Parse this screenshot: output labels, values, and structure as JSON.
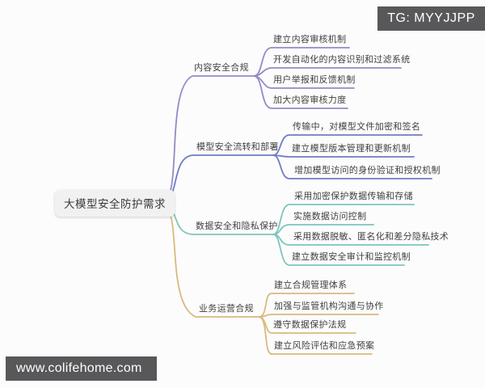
{
  "watermarks": {
    "top_right": "TG: MYYJJPP",
    "bottom_left": "www.colifehome.com"
  },
  "colors": {
    "background": "#fcfcfc",
    "badge_bg": "#58585a",
    "badge_text": "#ffffff",
    "root_node_bg": "#f1f1f2",
    "text": "#3f3f3f"
  },
  "root": {
    "label": "大模型安全防护需求"
  },
  "branches": [
    {
      "label": "内容安全合规",
      "color": "#938ac8",
      "leaves": [
        "建立内容审核机制",
        "开发自动化的内容识别和过滤系统",
        "用户举报和反馈机制",
        "加大内容审核力度"
      ]
    },
    {
      "label": "模型安全流转和部署",
      "color": "#6d7cc3",
      "leaves": [
        "传输中，对模型文件加密和签名",
        "建立模型版本管理和更新机制",
        "增加模型访问的身份验证和授权机制"
      ]
    },
    {
      "label": "数据安全和隐私保护",
      "color": "#7cc5bd",
      "leaves": [
        "采用加密保护数据传输和存储",
        "实施数据访问控制",
        "采用数据脱敏、匿名化和差分隐私技术",
        "建立数据安全审计和监控机制"
      ]
    },
    {
      "label": "业务运营合规",
      "color": "#d8ba7e",
      "leaves": [
        "建立合规管理体系",
        "加强与监管机构沟通与协作",
        "遵守数据保护法规",
        "建立风险评估和应急预案"
      ]
    }
  ]
}
